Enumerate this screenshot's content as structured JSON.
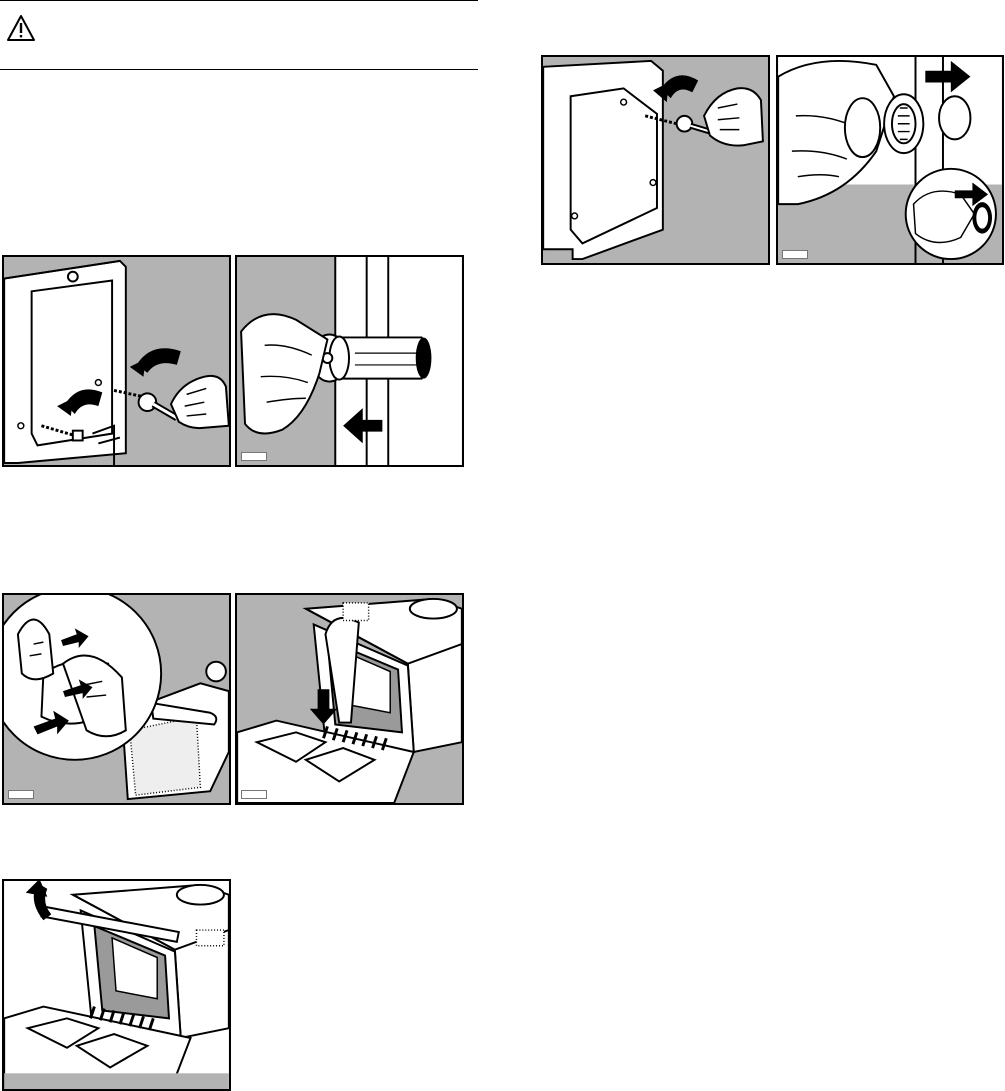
{
  "warning": {
    "icon": "warning-triangle-icon"
  },
  "colors": {
    "panel_fill": "#b3b3b3",
    "line": "#000000",
    "white": "#ffffff"
  },
  "figures": [
    {
      "id": "remove-rear-bolts",
      "icons": [
        "rotate-arrow-icon",
        "wrench-icon"
      ]
    },
    {
      "id": "insert-spacer-tube",
      "icons": [
        "push-arrow-icon"
      ]
    },
    {
      "id": "unscrew-right-bolt",
      "icons": [
        "rotate-arrow-icon",
        "wrench-icon"
      ]
    },
    {
      "id": "fit-cover-caps",
      "icons": [
        "push-arrow-icon"
      ]
    },
    {
      "id": "open-plinth-panel",
      "icons": [
        "push-arrow-icon"
      ]
    },
    {
      "id": "lower-transport-bar",
      "icons": [
        "down-arrow-icon"
      ]
    },
    {
      "id": "lift-transport-bar",
      "icons": [
        "rotate-arrow-icon"
      ]
    }
  ]
}
